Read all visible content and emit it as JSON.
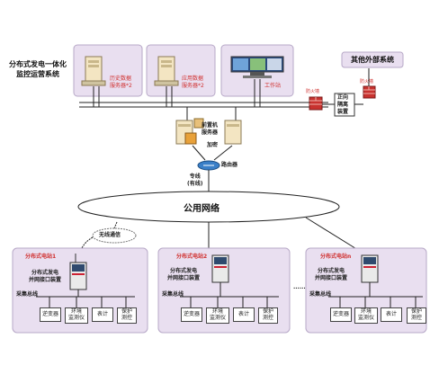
{
  "left_title": "分布式发电一体化\n监控运营系统",
  "right_title": "其他外部系统",
  "servers": {
    "history": "历史数据\n服务器*2",
    "app": "应用数据\n服务器*2",
    "workstation": "工作站"
  },
  "firewall_left": "防火墙",
  "firewall_right": "防火墙",
  "isolation": "正向\n隔离\n装置",
  "frontend": "前置机\n服务器",
  "encrypt": "加密",
  "router": "路由器",
  "dedicated": "专线\n(有线)",
  "network": "公用网络",
  "wireless": "无线通信",
  "ellipsis": "......",
  "stations": [
    {
      "name": "分布式电站1",
      "device": "分布式发电\n并网接口装置",
      "bus": "采集总线",
      "leaves": [
        "逆变器",
        "环境\n监测仪",
        "表计",
        "保护\n测控"
      ]
    },
    {
      "name": "分布式电站2",
      "device": "分布式发电\n并网接口装置",
      "bus": "采集总线",
      "leaves": [
        "逆变器",
        "环境\n监测仪",
        "表计",
        "保护\n测控"
      ]
    },
    {
      "name": "分布式电站n",
      "device": "分布式发电\n并网接口装置",
      "bus": "采集总线",
      "leaves": [
        "逆变器",
        "环境\n监测仪",
        "表计",
        "保护\n测控"
      ]
    }
  ]
}
